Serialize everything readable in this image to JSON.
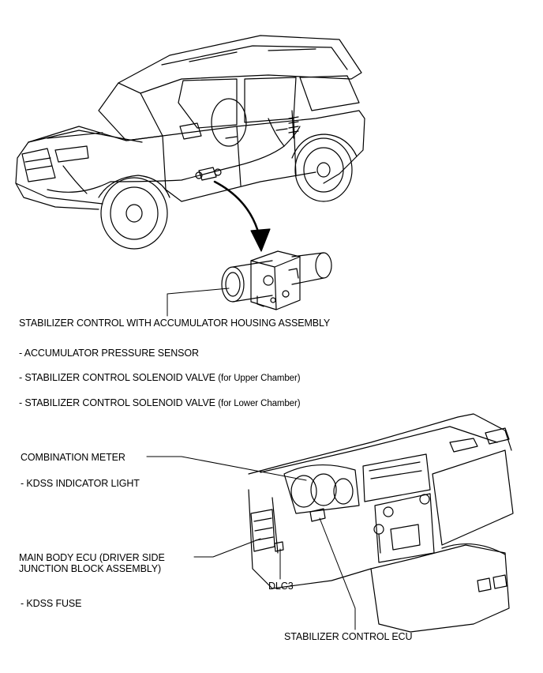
{
  "labels": {
    "assembly": "STABILIZER CONTROL WITH ACCUMULATOR HOUSING ASSEMBLY",
    "sensor": "- ACCUMULATOR PRESSURE SENSOR",
    "valve_upper": "- STABILIZER CONTROL SOLENOID VALVE",
    "valve_upper_note": "(for Upper Chamber)",
    "valve_lower": "- STABILIZER CONTROL SOLENOID VALVE",
    "valve_lower_note": "(for Lower Chamber)",
    "meter": "COMBINATION METER",
    "indicator": "- KDSS INDICATOR LIGHT",
    "ecu_line1": "MAIN BODY ECU (DRIVER SIDE",
    "ecu_line2": "JUNCTION BLOCK ASSEMBLY)",
    "dlc": "DLC3",
    "fuse": "- KDSS FUSE",
    "control_ecu": "STABILIZER CONTROL ECU"
  }
}
